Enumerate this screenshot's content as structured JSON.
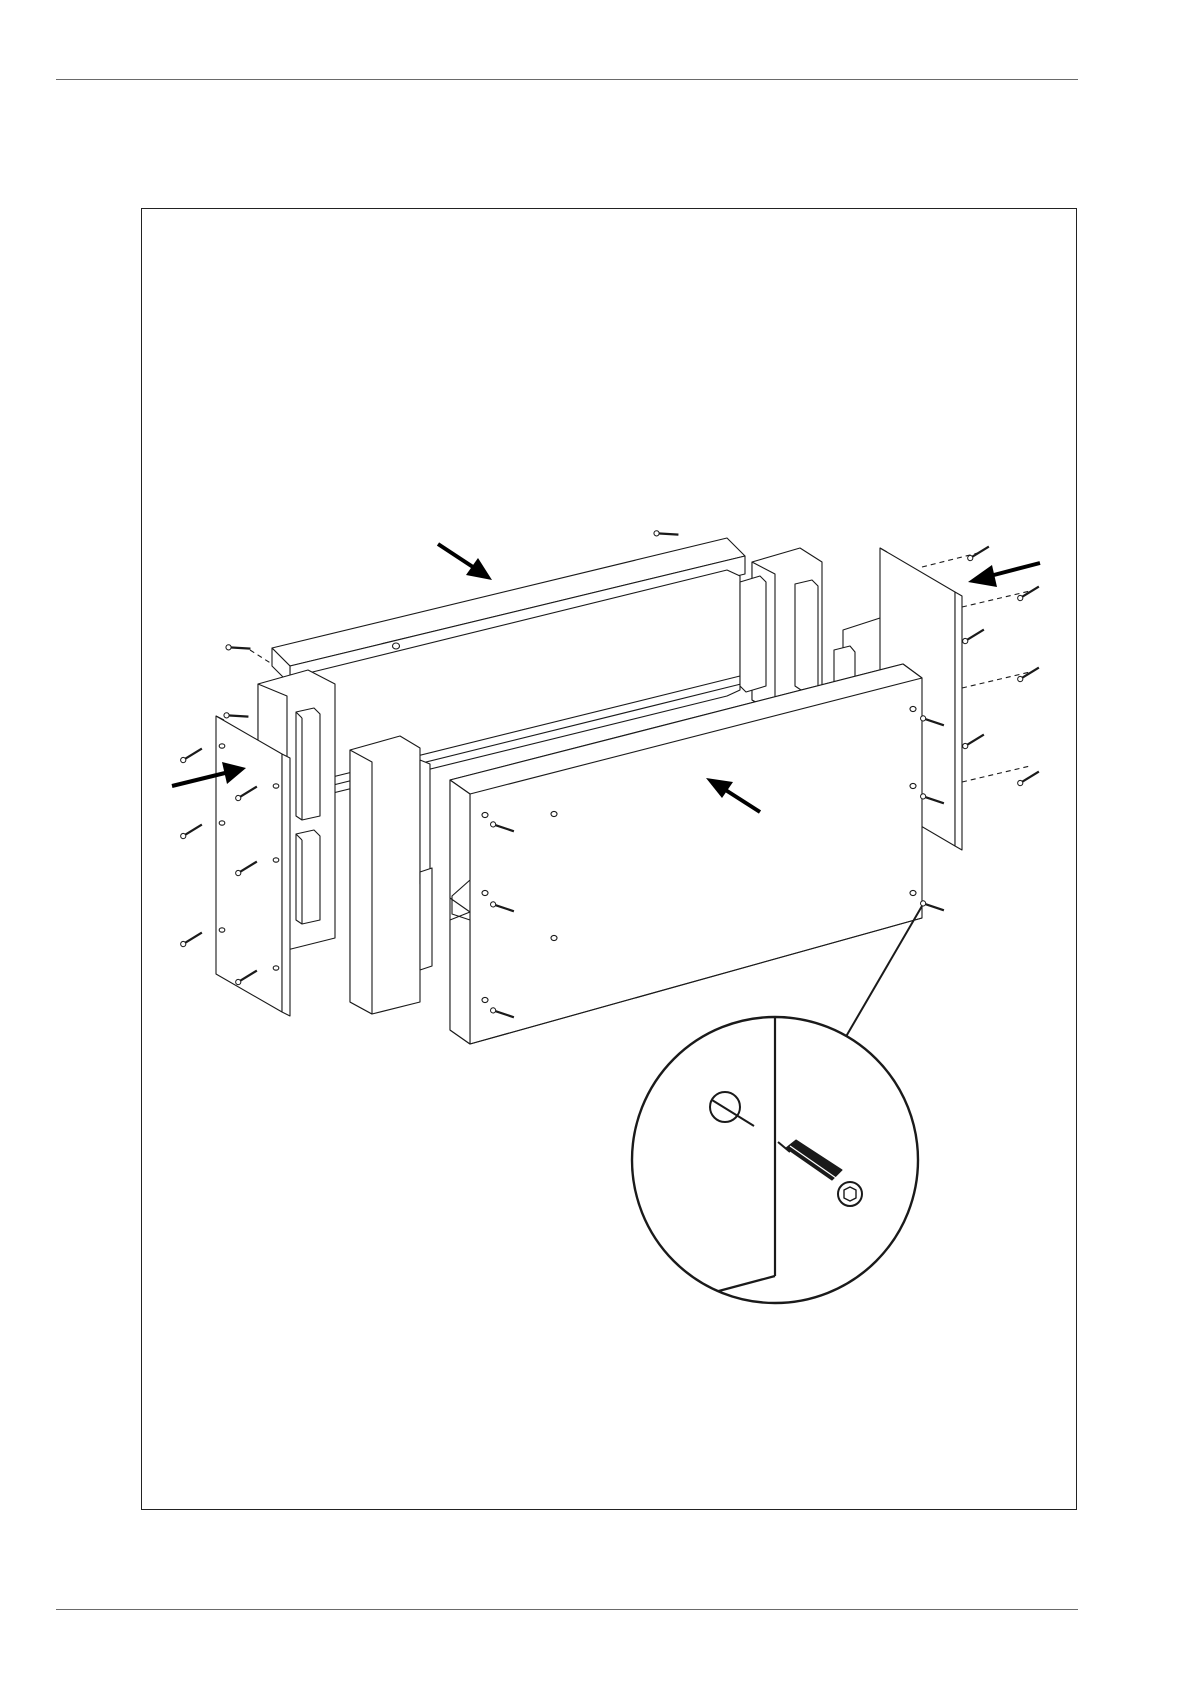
{
  "page": {
    "header_rule": "line",
    "footer_rule": "line"
  },
  "figure": {
    "description_icon": "assembly-diagram-icon",
    "parts": [
      {
        "name": "top-rail",
        "icon": "rail-icon"
      },
      {
        "name": "left-end-panel",
        "icon": "panel-icon"
      },
      {
        "name": "right-end-panel",
        "icon": "panel-icon"
      },
      {
        "name": "front-panel",
        "icon": "panel-icon"
      },
      {
        "name": "center-post",
        "icon": "post-icon"
      }
    ],
    "detail_callout": {
      "icon": "magnifier-detail-icon",
      "shows": "screw-into-hole-icon"
    },
    "colors": {
      "stroke": "#1a1a1a",
      "fill": "#ffffff",
      "arrow": "#000000"
    }
  }
}
